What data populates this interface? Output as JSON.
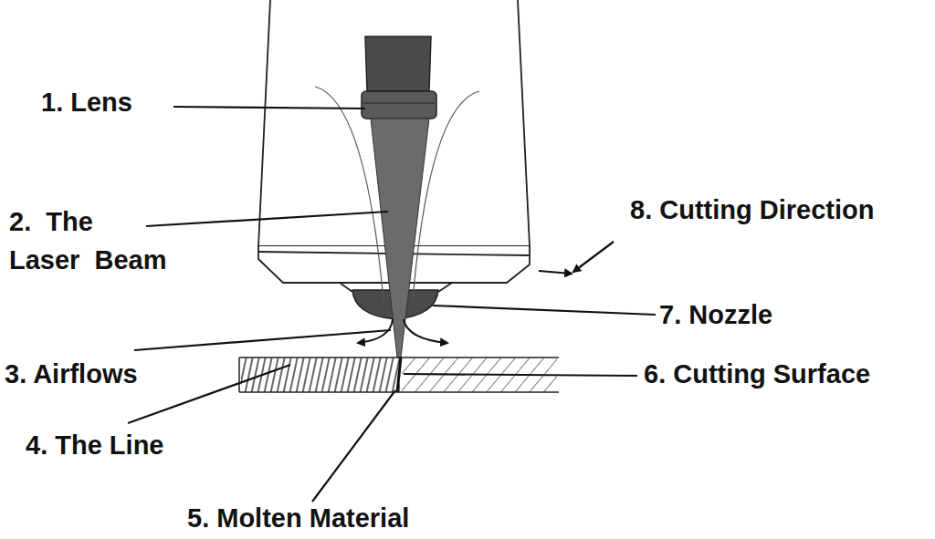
{
  "diagram": {
    "labels": [
      "1. Lens",
      "2. The Laser Beam",
      "3. Airflows",
      "4. The Line",
      "5. Molten Material",
      "6. Cutting Surface",
      "7. Nozzle",
      "8. Cutting Direction"
    ]
  }
}
